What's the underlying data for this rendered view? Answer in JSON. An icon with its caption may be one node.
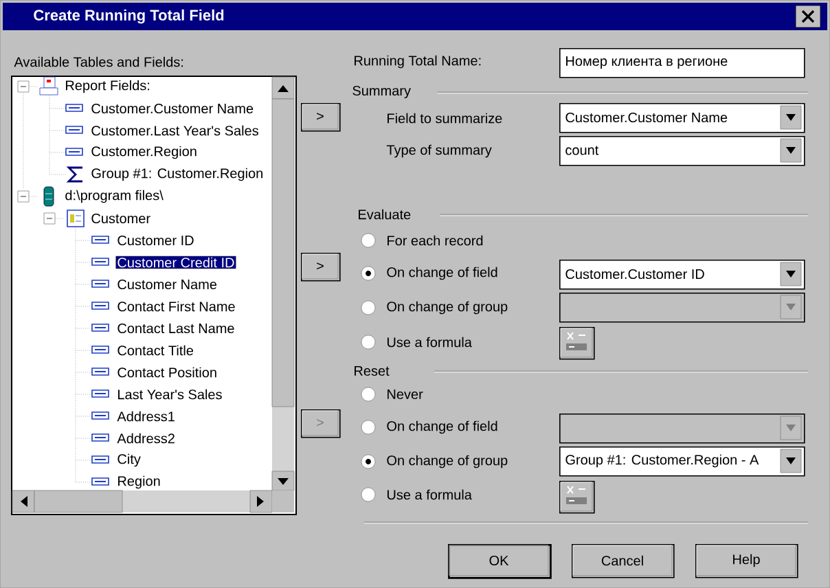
{
  "diagram": {
    "title": "Create Running Total Field",
    "nodes": [
      {
        "text": [
          "Available Tables and Fields:",
          "Report Fields:",
          "Customer.Customer Name",
          "Customer.Last Year's Sales",
          "Customer.Region",
          "Group #1: Customer.Region",
          "d:\\program files\\",
          "Customer",
          "Customer ID",
          "Customer Credit ID",
          "Customer Name",
          "Contact First Name",
          "Contact Last Name",
          "Contact Title",
          "Contact Position",
          "Last Year's Sales",
          "Address1",
          "Address2",
          "City",
          "Region"
        ]
      },
      {
        "text": [
          ">"
        ]
      },
      {
        "text": [
          ">"
        ]
      },
      {
        "text": [
          ">"
        ]
      },
      {
        "text": [
          "Номер клиента в регионе"
        ]
      },
      {
        "text": [
          "Customer.Customer Name"
        ]
      },
      {
        "text": [
          "count"
        ]
      },
      {
        "text": [
          "Customer.Customer ID"
        ]
      },
      {
        "text": [],
        "shape": "box"
      },
      {
        "text": [],
        "shape": "picture"
      },
      {
        "text": [],
        "shape": "box"
      },
      {
        "text": [
          "Group #1: Customer.Region - A"
        ]
      },
      {
        "text": [],
        "shape": "picture"
      },
      {
        "text": [
          "OK"
        ]
      },
      {
        "text": [
          "Cancel"
        ]
      },
      {
        "text": [
          "Help"
        ]
      }
    ],
    "labels": [
      "Running Total Name:",
      "Summary",
      "Field to summarize",
      "Type of summary",
      "Evaluate",
      "For each record",
      "On change of field",
      "On change of group",
      "Use a formula",
      "Reset",
      "Never",
      "On change of field",
      "On change of group",
      "Use a formula"
    ]
  }
}
